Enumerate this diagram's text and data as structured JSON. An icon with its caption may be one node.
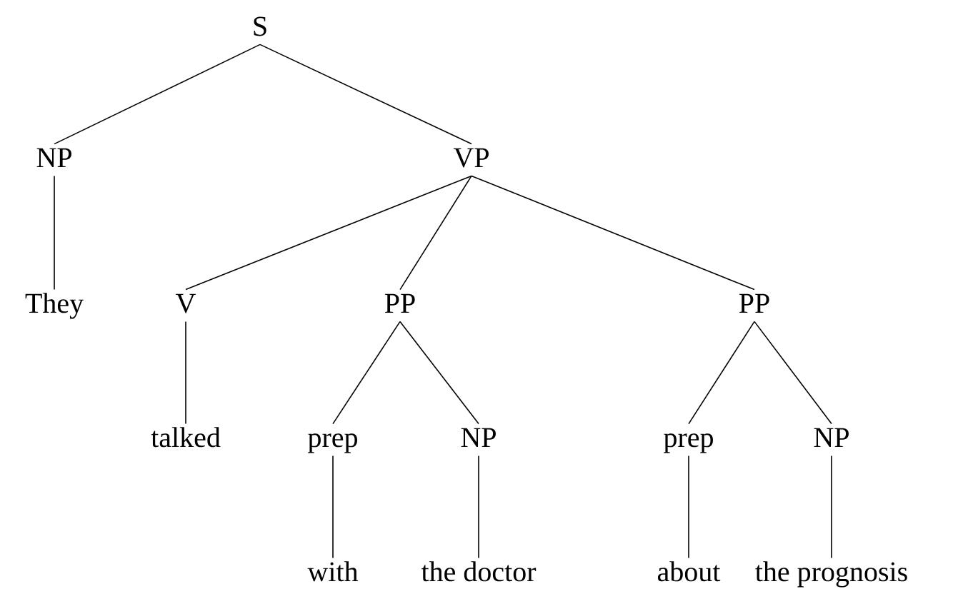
{
  "diagram": {
    "nodes": [
      {
        "text": [
          "S"
        ]
      },
      {
        "text": [
          "NP"
        ]
      },
      {
        "text": [
          "VP"
        ]
      },
      {
        "text": [
          "They"
        ]
      },
      {
        "text": [
          "V"
        ]
      },
      {
        "text": [
          "PP"
        ]
      },
      {
        "text": [
          "PP"
        ]
      },
      {
        "text": [
          "talked"
        ]
      },
      {
        "text": [
          "prep"
        ]
      },
      {
        "text": [
          "NP"
        ]
      },
      {
        "text": [
          "prep"
        ]
      },
      {
        "text": [
          "NP"
        ]
      },
      {
        "text": [
          "with"
        ]
      },
      {
        "text": [
          "the doctor"
        ]
      },
      {
        "text": [
          "about"
        ]
      },
      {
        "text": [
          "the prognosis"
        ]
      }
    ],
    "edges": [
      {
        "from": 0,
        "to": 1,
        "arrow": "none"
      },
      {
        "from": 0,
        "to": 2,
        "arrow": "none"
      },
      {
        "from": 1,
        "to": 3,
        "arrow": "none"
      },
      {
        "from": 2,
        "to": 4,
        "arrow": "none"
      },
      {
        "from": 2,
        "to": 5,
        "arrow": "none"
      },
      {
        "from": 2,
        "to": 6,
        "arrow": "none"
      },
      {
        "from": 4,
        "to": 7,
        "arrow": "none"
      },
      {
        "from": 5,
        "to": 8,
        "arrow": "none"
      },
      {
        "from": 5,
        "to": 9,
        "arrow": "none"
      },
      {
        "from": 6,
        "to": 10,
        "arrow": "none"
      },
      {
        "from": 6,
        "to": 11,
        "arrow": "none"
      },
      {
        "from": 8,
        "to": 12,
        "arrow": "none"
      },
      {
        "from": 9,
        "to": 13,
        "arrow": "none"
      },
      {
        "from": 10,
        "to": 14,
        "arrow": "none"
      },
      {
        "from": 11,
        "to": 15,
        "arrow": "none"
      }
    ]
  }
}
